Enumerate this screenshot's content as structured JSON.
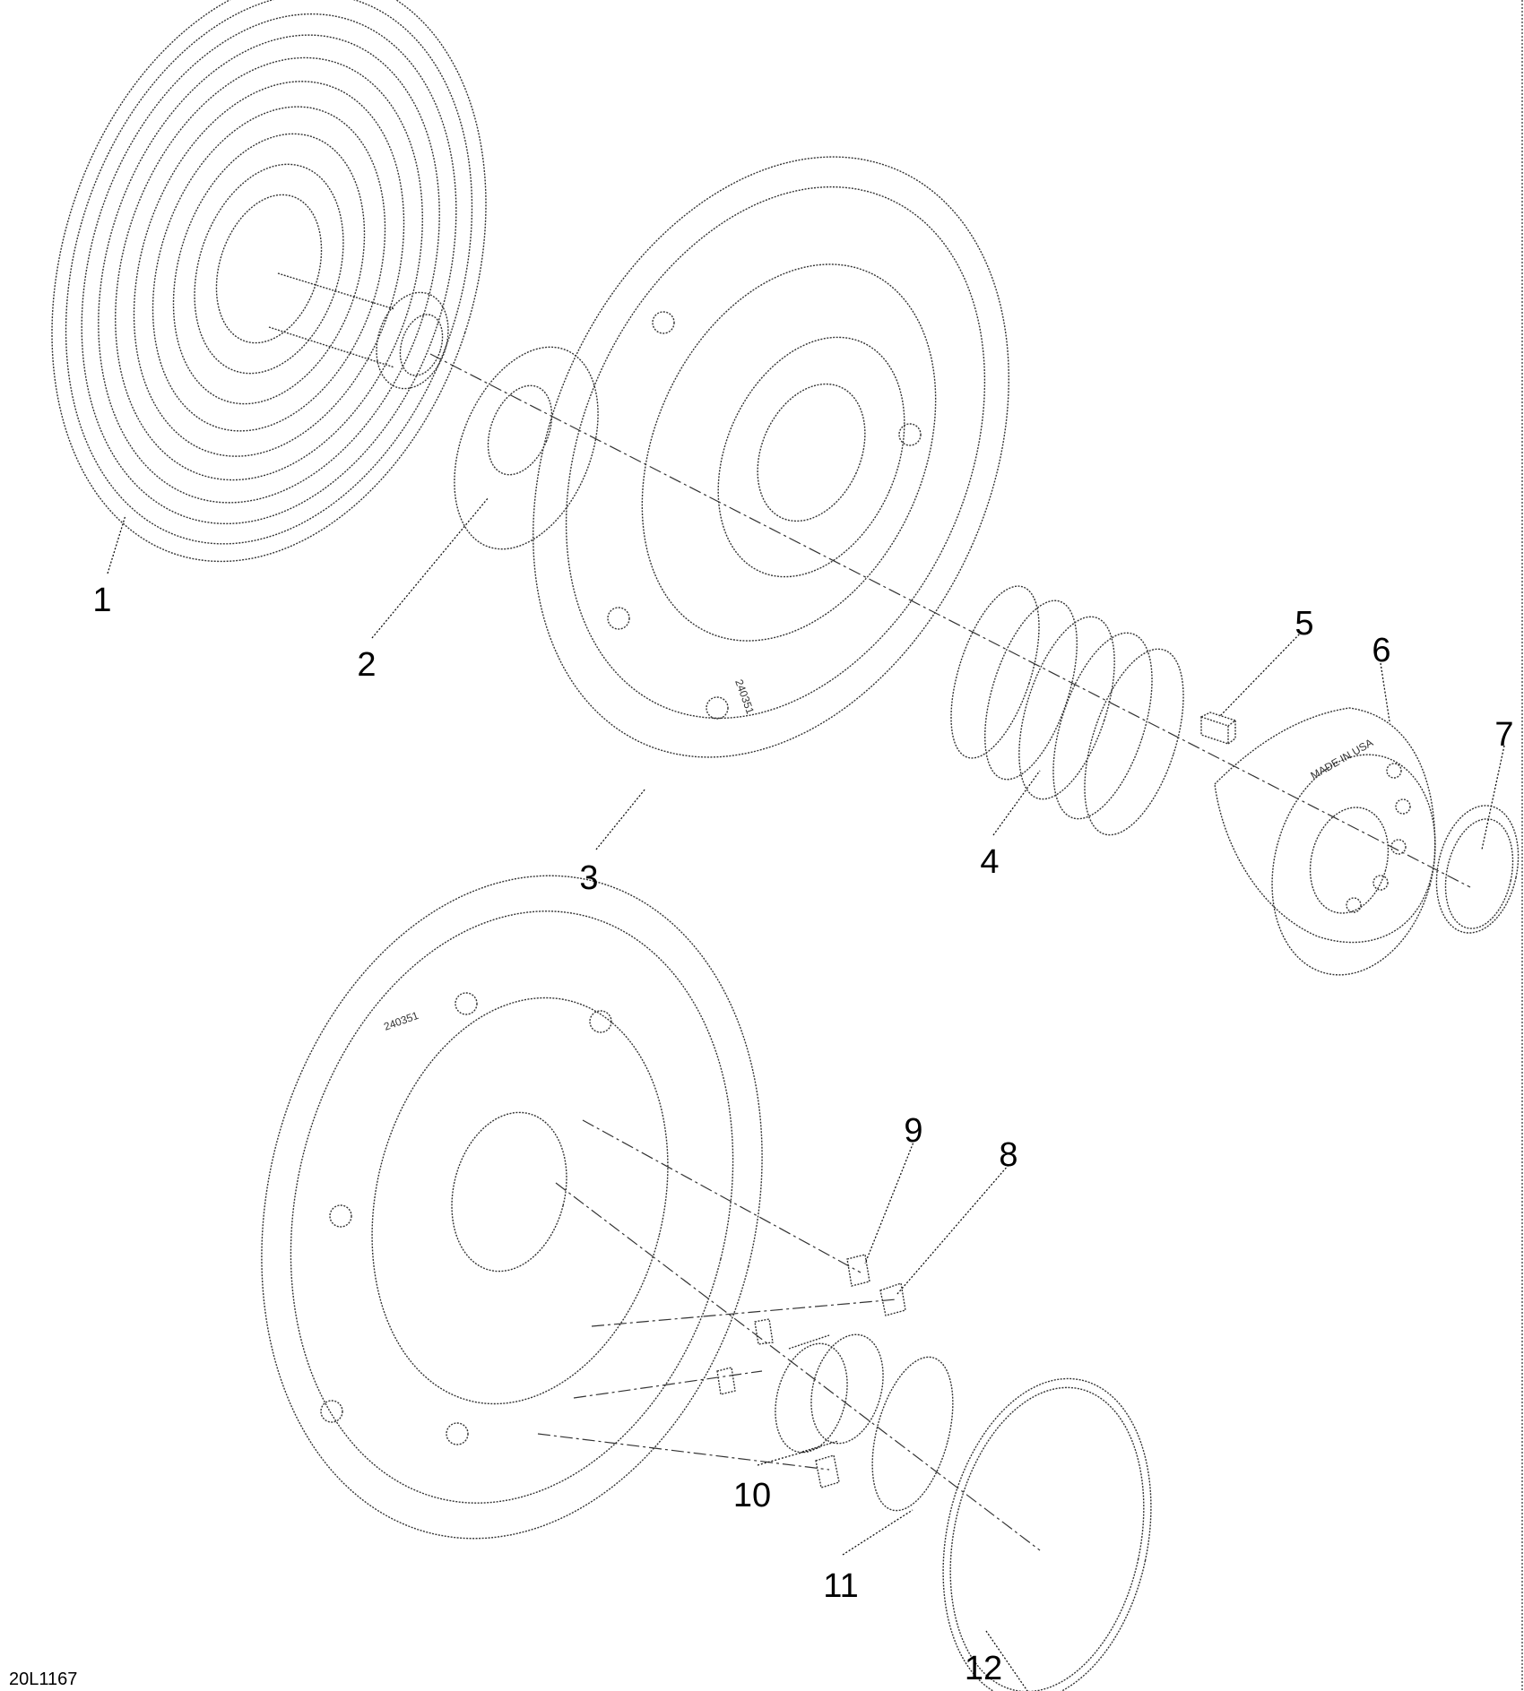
{
  "drawing": {
    "code": "20L1167",
    "inscriptions": {
      "made_in": "MADE IN USA",
      "part_no": "240351"
    }
  },
  "callouts": [
    "1",
    "2",
    "3",
    "4",
    "5",
    "6",
    "7",
    "8",
    "9",
    "10",
    "11",
    "12"
  ]
}
